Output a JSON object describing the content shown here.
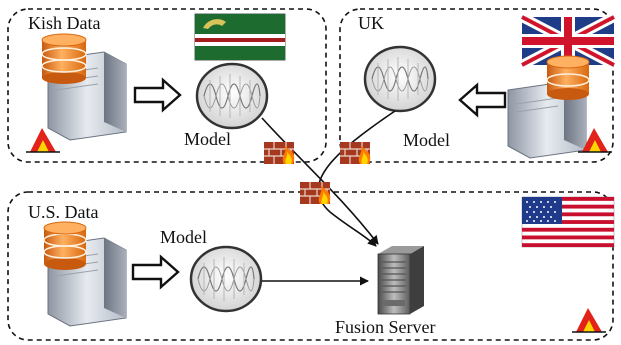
{
  "regions": {
    "kish": {
      "label": "Kish Data",
      "model_label": "Model"
    },
    "uk": {
      "label": "UK",
      "model_label": "Model"
    },
    "us": {
      "label": "U.S. Data",
      "model_label": "Model"
    }
  },
  "fusion_server": {
    "label": "Fusion Server"
  },
  "colors": {
    "database_orange": "#f07d1e",
    "server_grey": "#c9cfd8",
    "firewall_brick": "#a5381f",
    "flag_kish_green": "#1d6b2e",
    "flag_uk_blue": "#1f3c88",
    "flag_uk_red": "#cf142b",
    "flag_us_red": "#c8102e",
    "flag_us_blue": "#1f3a8a",
    "tent_red": "#e2231a",
    "tent_yellow": "#ffd400"
  },
  "icons": [
    "database-icon",
    "server-icon",
    "model-icon",
    "firewall-icon",
    "flag-icon",
    "tent-icon",
    "fusion-server-icon"
  ]
}
